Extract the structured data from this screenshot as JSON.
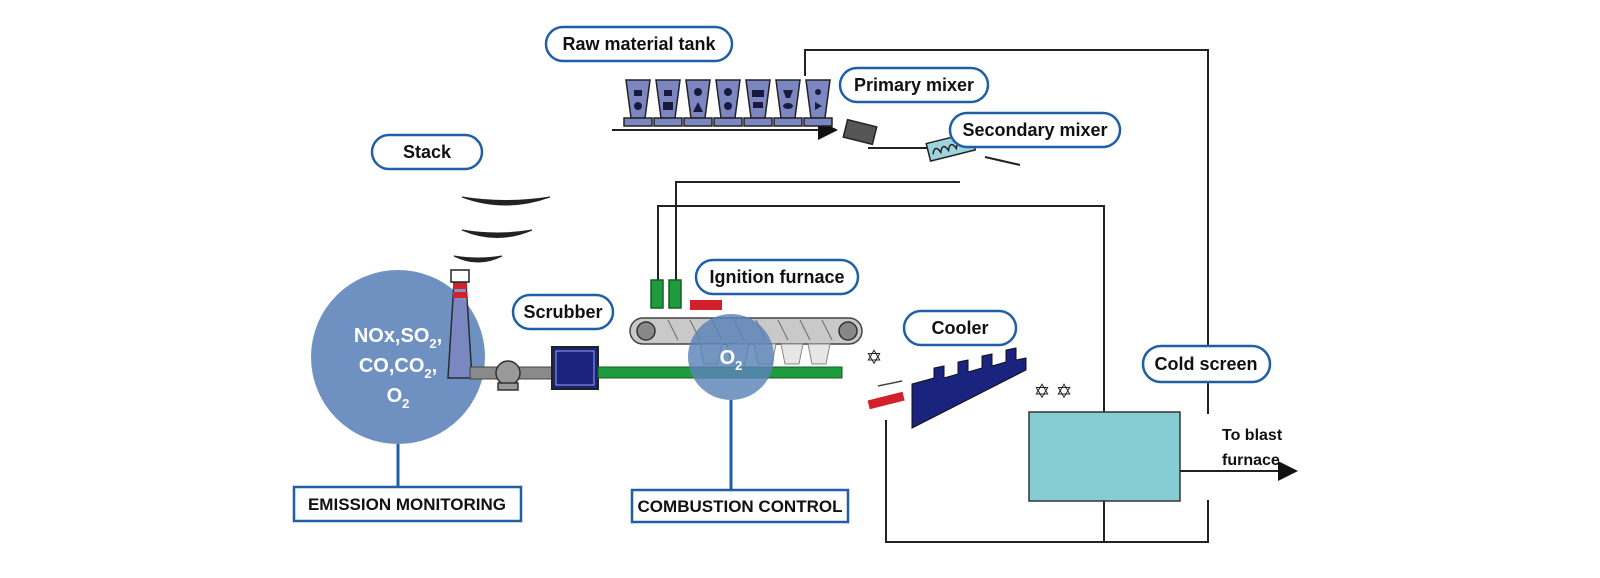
{
  "labels": {
    "raw_material_tank": "Raw material tank",
    "primary_mixer": "Primary mixer",
    "secondary_mixer": "Secondary mixer",
    "stack": "Stack",
    "scrubber": "Scrubber",
    "ignition_furnace": "Ignition furnace",
    "cooler": "Cooler",
    "cold_screen": "Cold screen",
    "emission_monitoring": "EMISSION MONITORING",
    "combustion_control": "COMBUSTION CONTROL",
    "to_blast_furnace_line1": "To blast",
    "to_blast_furnace_line2": "furnace"
  },
  "gases": {
    "emission_line1": "NOx,SO",
    "emission_line1_sub": "2",
    "emission_line1_tail": ",",
    "emission_line2": "CO,CO",
    "emission_line2_sub": "2",
    "emission_line2_tail": ",",
    "emission_line3": "O",
    "emission_line3_sub": "2",
    "combustion": "O",
    "combustion_sub": "2"
  },
  "colors": {
    "label_border": "#1f5fa6",
    "monitor_circle": "#5b82b8",
    "hopper": "#7c87c2",
    "scrubber": "#1a237e",
    "conveyor_green": "#1e9b3c",
    "cooler": "#1a237e",
    "cold_screen": "#86cdd3",
    "burner_green": "#1e9b3c",
    "accent_red": "#d3202a"
  }
}
